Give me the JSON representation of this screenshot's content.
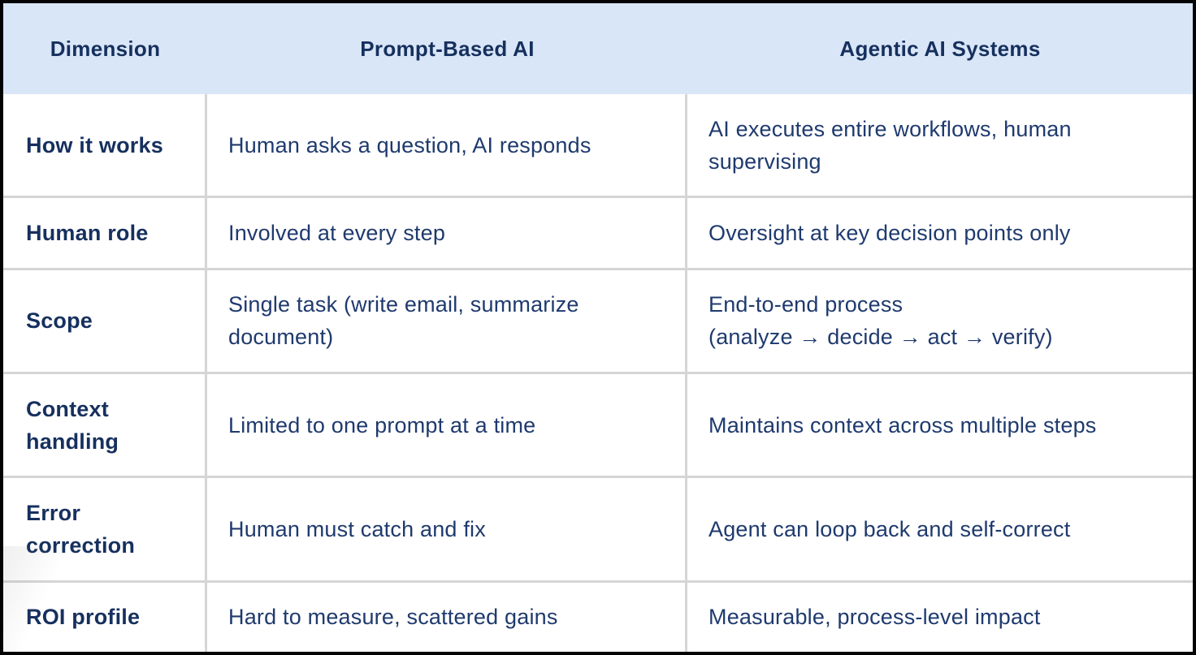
{
  "table": {
    "columns": [
      {
        "label": "Dimension"
      },
      {
        "label": "Prompt-Based AI"
      },
      {
        "label": "Agentic AI Systems"
      }
    ],
    "rows": [
      {
        "dimension": "How it works",
        "prompt_based": "Human asks a question, AI responds",
        "agentic": "AI executes entire workflows, human supervising"
      },
      {
        "dimension": "Human role",
        "prompt_based": "Involved at every step",
        "agentic": "Oversight at key decision points only"
      },
      {
        "dimension": "Scope",
        "prompt_based": "Single task (write email, summarize document)",
        "agentic": "End-to-end process\n(analyze → decide → act → verify)"
      },
      {
        "dimension": "Context handling",
        "prompt_based": "Limited to one prompt at a time",
        "agentic": "Maintains context across multiple steps"
      },
      {
        "dimension": "Error correction",
        "prompt_based": "Human must catch and fix",
        "agentic": "Agent can loop back and self-correct"
      },
      {
        "dimension": "ROI profile",
        "prompt_based": "Hard to measure, scattered gains",
        "agentic": "Measurable, process-level impact"
      }
    ],
    "colors": {
      "header_background": "#d9e6f7",
      "header_text": "#16305e",
      "body_text": "#1f3a6e",
      "divider": "#d5d5d5",
      "outer_border": "#030303"
    }
  }
}
